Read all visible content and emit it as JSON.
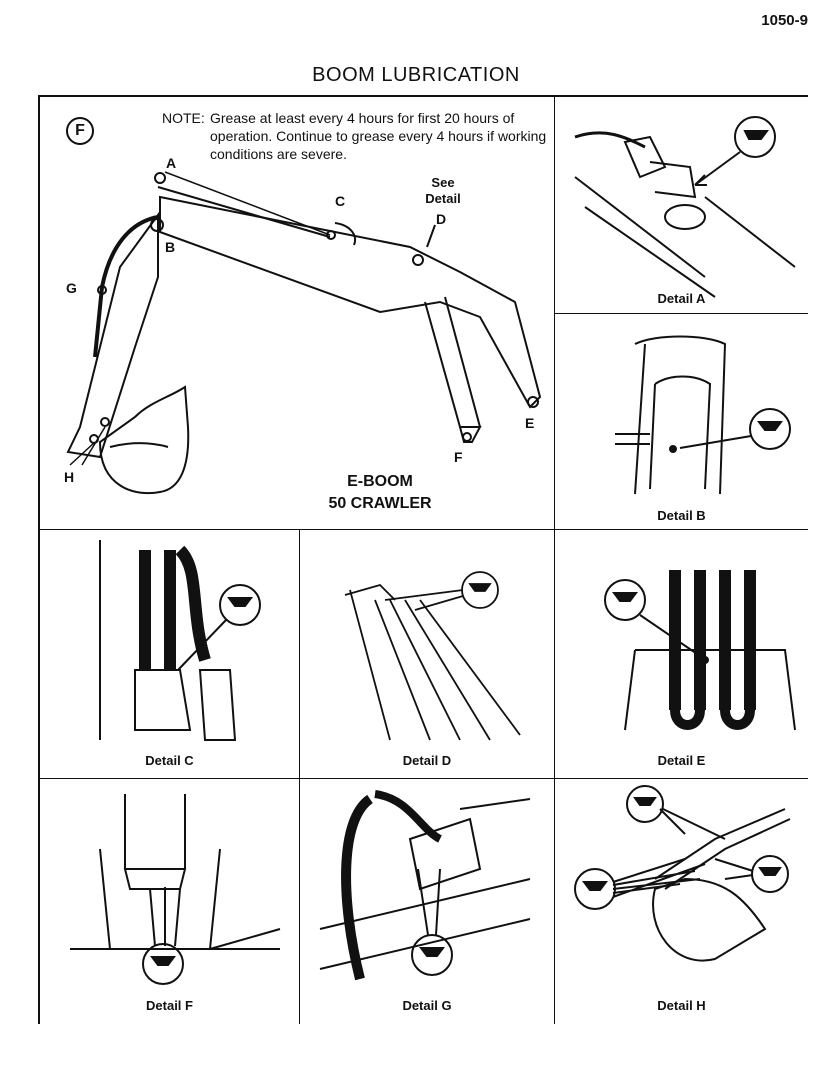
{
  "page_number": "1050-9",
  "title": "BOOM LUBRICATION",
  "main": {
    "badge": "F",
    "note_label": "NOTE:",
    "note_text": "Grease at least every 4 hours for first 20 hours of operation. Continue to grease every 4 hours if working conditions are severe.",
    "points": [
      "A",
      "B",
      "C",
      "D",
      "E",
      "F",
      "G",
      "H"
    ],
    "see_line1": "See",
    "see_line2": "Detail",
    "model_line1": "E-BOOM",
    "model_line2": "50 CRAWLER"
  },
  "details": {
    "a": "Detail A",
    "b": "Detail B",
    "c": "Detail C",
    "d": "Detail D",
    "e": "Detail E",
    "f": "Detail F",
    "g": "Detail G",
    "h": "Detail H"
  }
}
